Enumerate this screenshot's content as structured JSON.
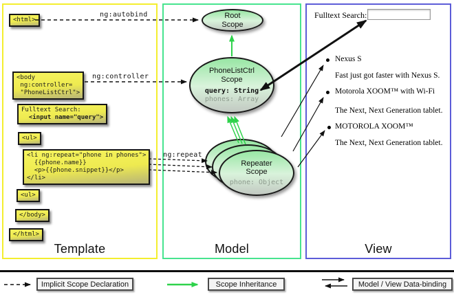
{
  "columns": {
    "template": {
      "label": "Template",
      "border_color": "#f4ee2e"
    },
    "model": {
      "label": "Model",
      "border_color": "#46e48e"
    },
    "view": {
      "label": "View",
      "border_color": "#5c5cd8"
    }
  },
  "template_code": {
    "html_open": "<html>",
    "body_open": "<body\n ng:controller=\n \"PhoneListCtrl\">",
    "fulltext_label": "Fulltext Search:",
    "fulltext_input": "  <input name=\"query\">",
    "ul_open": "<ul>",
    "li_repeat": "<li ng:repeat=\"phone in phones\">\n  {{phone.name}}\n  <p>{{phone.snippet}}</p>\n</li>",
    "ul_close": "<ul>",
    "body_close": "</body>",
    "html_close": "</html>"
  },
  "edge_labels": {
    "autobind": "ng:autobind",
    "controller": "ng:controller",
    "repeat": "ng:repeat"
  },
  "model_scopes": {
    "root": {
      "title": "Root\nScope"
    },
    "phonelist": {
      "title": "PhoneListCtrl\nScope",
      "prop_query": "query: String",
      "prop_phones": "phones: Array"
    },
    "repeater": {
      "title": "Repeater\nScope",
      "prop_phone": "phone: Object"
    }
  },
  "view_content": {
    "search_label": "Fulltext Search:",
    "search_value": "",
    "items": [
      {
        "title": "Nexus S",
        "desc": "Fast just got faster with Nexus S."
      },
      {
        "title": "Motorola XOOM™  with Wi-Fi",
        "desc": "The Next, Next Generation tablet."
      },
      {
        "title": "MOTOROLA XOOM™",
        "desc": "The Next, Next Generation tablet."
      }
    ]
  },
  "legend": {
    "implicit": "Implicit Scope Declaration",
    "inheritance": "Scope Inheritance",
    "binding": "Model / View Data-binding"
  },
  "colors": {
    "arrow_green": "#2ed24b",
    "arrow_black": "#111111",
    "code_box_yellow": "#f6f45e",
    "scope_green": "#98e6a4"
  }
}
